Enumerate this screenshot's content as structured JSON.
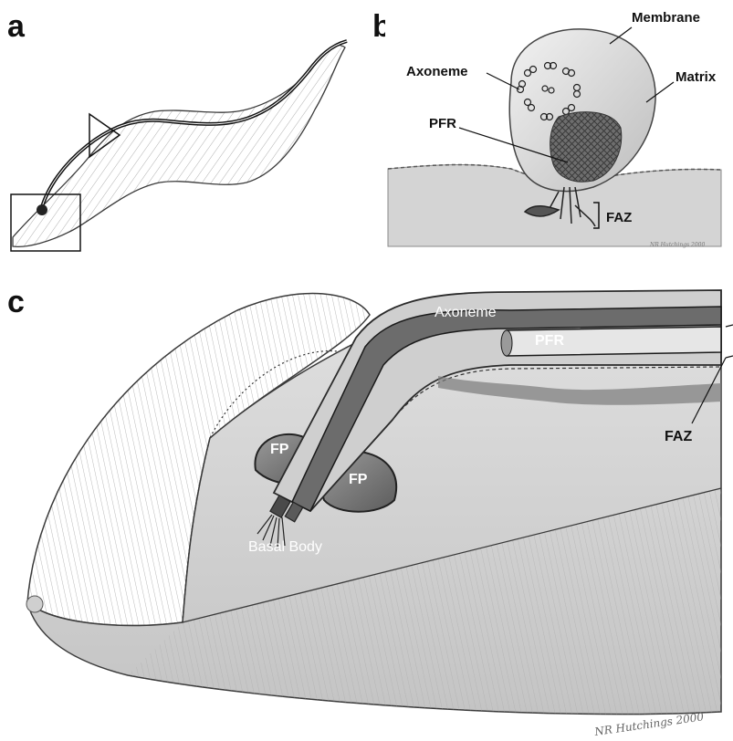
{
  "panels": {
    "a": {
      "letter": "a"
    },
    "b": {
      "letter": "b",
      "labels": {
        "membrane": "Membrane",
        "axoneme": "Axoneme",
        "matrix": "Matrix",
        "pfr": "PFR",
        "faz": "FAZ"
      },
      "signature": "NR Hutchings 2000"
    },
    "c": {
      "letter": "c",
      "labels": {
        "axoneme": "Axoneme",
        "pfr": "PFR",
        "faz": "FAZ",
        "fp_left": "FP",
        "fp_right": "FP",
        "basal_body": "Basal Body"
      },
      "signature": "NR Hutchings 2000"
    }
  },
  "colors": {
    "ink": "#111111",
    "pencil_dark": "#3a3a3a",
    "pencil_mid": "#8a8a8a",
    "paper": "#ffffff"
  }
}
